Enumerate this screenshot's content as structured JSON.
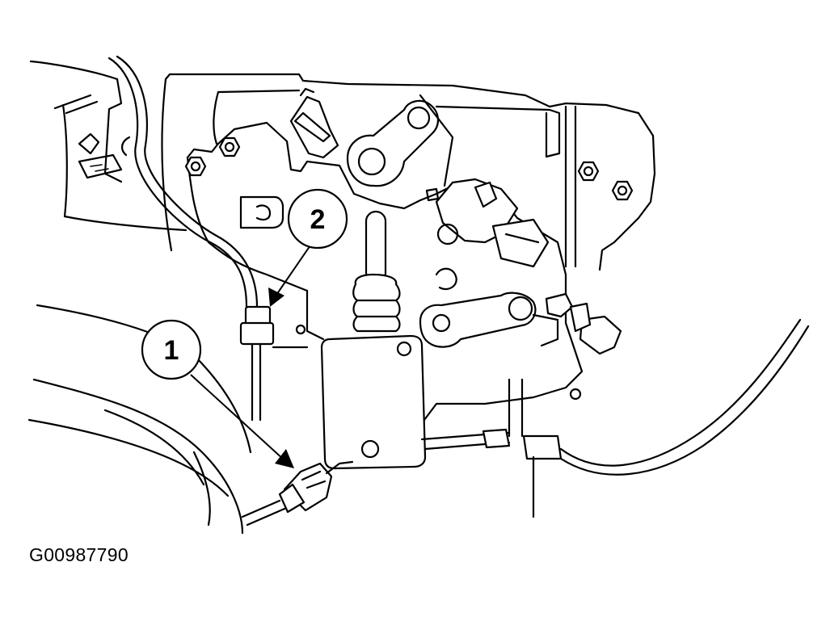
{
  "callouts": [
    {
      "number": "1",
      "part": "connector"
    },
    {
      "number": "2",
      "part": "connector"
    }
  ],
  "figure_id": "G00987790",
  "colors": {
    "ink": "#000000",
    "background": "#ffffff"
  }
}
